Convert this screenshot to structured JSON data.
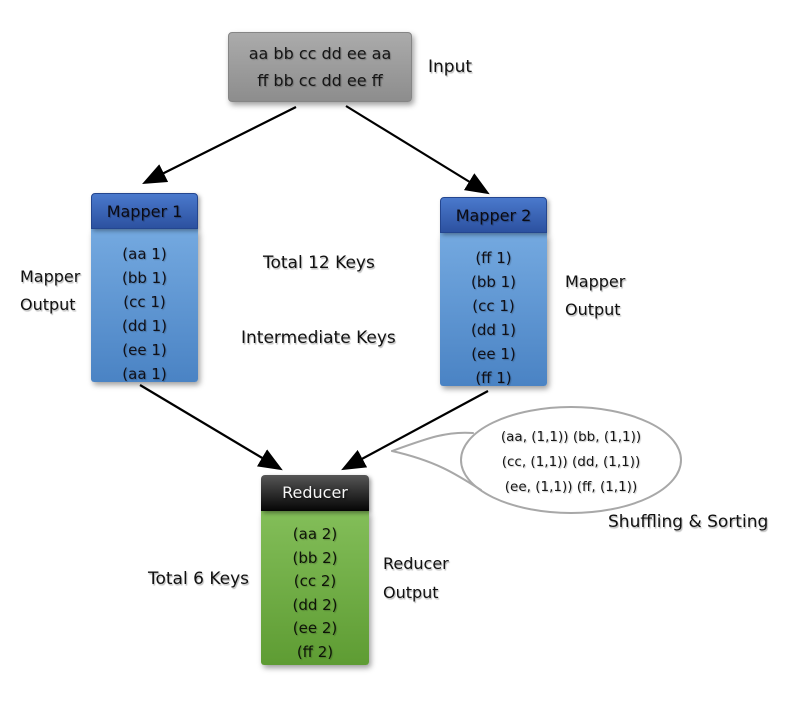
{
  "diagram": {
    "input": {
      "label": "Input",
      "lines": [
        "aa bb cc dd ee aa",
        "ff bb cc dd ee ff"
      ]
    },
    "mapper1": {
      "title": "Mapper 1",
      "items": [
        "(aa 1)",
        "(bb 1)",
        "(cc 1)",
        "(dd 1)",
        "(ee 1)",
        "(aa 1)"
      ]
    },
    "mapper2": {
      "title": "Mapper 2",
      "items": [
        "(ff 1)",
        "(bb 1)",
        "(cc 1)",
        "(dd 1)",
        "(ee 1)",
        "(ff 1)"
      ]
    },
    "reducer": {
      "title": "Reducer",
      "items": [
        "(aa 2)",
        "(bb 2)",
        "(cc 2)",
        "(dd 2)",
        "(ee 2)",
        "(ff 2)"
      ]
    },
    "labels": {
      "mapper_output_left": [
        "Mapper",
        "Output"
      ],
      "mapper_output_right": [
        "Mapper",
        "Output"
      ],
      "total_12_keys": "Total 12 Keys",
      "intermediate_keys": "Intermediate Keys",
      "total_6_keys": "Total 6 Keys",
      "reducer_output": [
        "Reducer",
        "Output"
      ],
      "shuffling_sorting": "Shuffling & Sorting"
    },
    "callout": {
      "lines": [
        "(aa, (1,1)) (bb, (1,1))",
        "(cc, (1,1)) (dd, (1,1))",
        "(ee, (1,1)) (ff, (1,1))"
      ]
    },
    "colors": {
      "input_box_top": "#ababab",
      "input_box_bottom": "#8d8d8d",
      "mapper_header_top": "#4a79cc",
      "mapper_header_bottom": "#2c51a0",
      "mapper_body_top": "#74a9e0",
      "mapper_body_bottom": "#4a83c4",
      "reducer_header": "#050505",
      "reducer_body_top": "#83be59",
      "reducer_body_bottom": "#5e9c33",
      "arrow": "#000000",
      "callout_stroke": "#a8a8a8"
    }
  }
}
